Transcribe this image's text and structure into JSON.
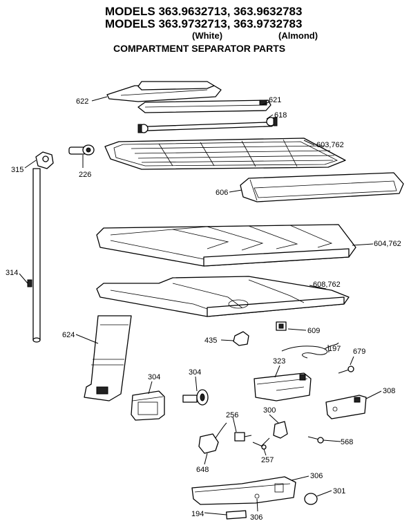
{
  "title": {
    "line1": "MODELS 363.9632713, 363.9632783",
    "line2": "MODELS 363.9732713, 363.9732783",
    "white": "(White)",
    "almond": "(Almond)",
    "line4": "COMPARTMENT SEPARATOR PARTS"
  },
  "labels": {
    "p622": "622",
    "p621": "621",
    "p618": "618",
    "p603": "603,762",
    "p315": "315",
    "p226": "226",
    "p606": "606",
    "p604": "604,762",
    "p314": "314",
    "p608": "608,762",
    "p609": "609",
    "p197": "197",
    "p435": "435",
    "p624": "624",
    "p679": "679",
    "p304a": "304",
    "p304b": "304",
    "p323": "323",
    "p308": "308",
    "p256": "256",
    "p300": "300",
    "p568": "568",
    "p648": "648",
    "p257": "257",
    "p306a": "306",
    "p301": "301",
    "p194": "194",
    "p306b": "306"
  }
}
